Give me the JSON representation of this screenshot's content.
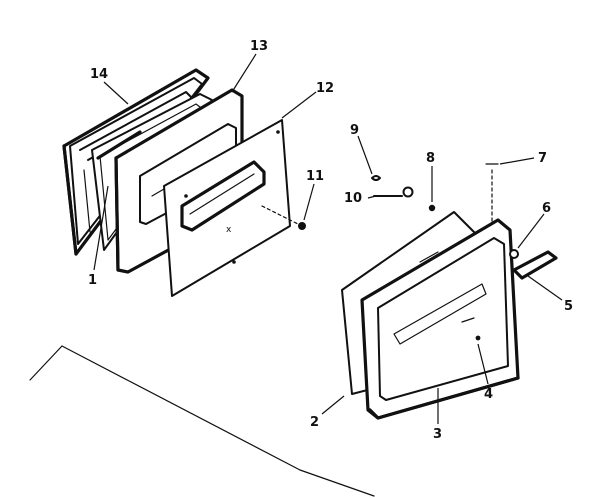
{
  "diagram": {
    "callouts": [
      {
        "id": "1",
        "label": "1"
      },
      {
        "id": "2",
        "label": "2"
      },
      {
        "id": "3",
        "label": "3"
      },
      {
        "id": "4",
        "label": "4"
      },
      {
        "id": "5",
        "label": "5"
      },
      {
        "id": "6",
        "label": "6"
      },
      {
        "id": "7",
        "label": "7"
      },
      {
        "id": "8",
        "label": "8"
      },
      {
        "id": "9",
        "label": "9"
      },
      {
        "id": "10",
        "label": "10"
      },
      {
        "id": "11",
        "label": "11"
      },
      {
        "id": "12",
        "label": "12"
      },
      {
        "id": "13",
        "label": "13"
      },
      {
        "id": "14",
        "label": "14"
      }
    ],
    "ink_color": "#111111",
    "background_color": "#ffffff"
  }
}
